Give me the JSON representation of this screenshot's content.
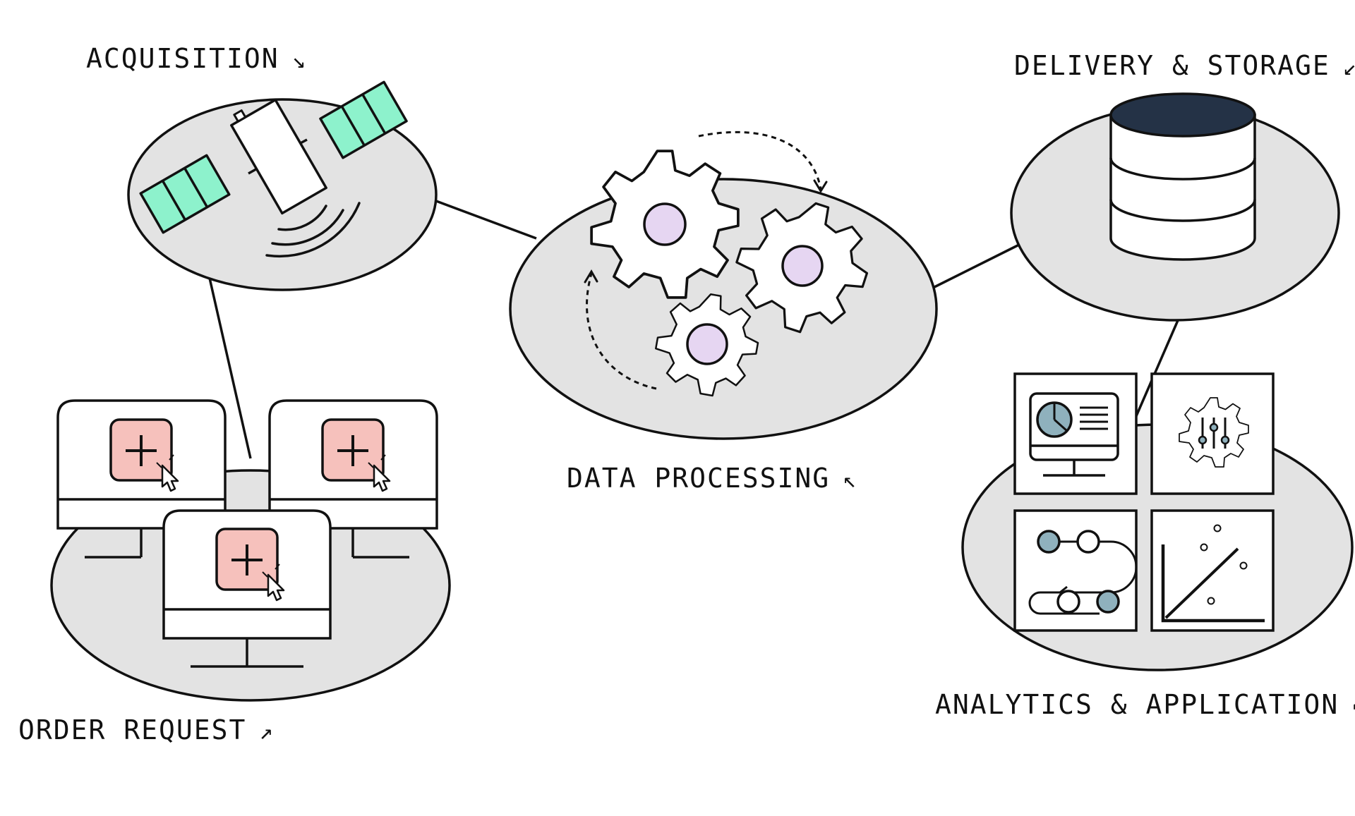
{
  "labels": {
    "acquisition": "ACQUISITION",
    "delivery_storage": "DELIVERY & STORAGE",
    "data_processing": "DATA PROCESSING",
    "order_request": "ORDER REQUEST",
    "analytics_application": "ANALYTICS & APPLICATION"
  },
  "arrows": {
    "acquisition": "↘",
    "delivery_storage": "↙",
    "data_processing": "↖",
    "order_request": "↗",
    "analytics_application": "↖"
  },
  "colors": {
    "platform": "#e3e3e3",
    "stroke": "#111111",
    "solar_panel": "#8df2cc",
    "gear_hub": "#e6d6f2",
    "database_top": "#243246",
    "order_button": "#f6c1bc",
    "analytics_accent": "#8fb1bd"
  },
  "icons": [
    "satellite-icon",
    "gear-icon",
    "database-icon",
    "monitor-icon",
    "cursor-icon",
    "dashboard-icon",
    "settings-gear-icon",
    "workflow-icon",
    "scatter-chart-icon"
  ]
}
